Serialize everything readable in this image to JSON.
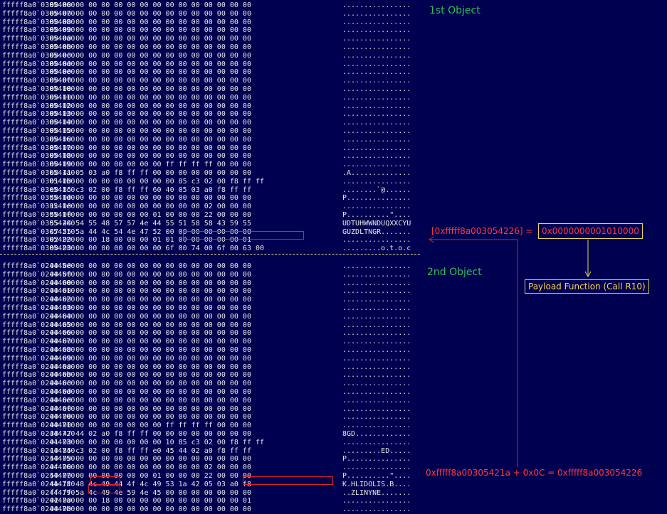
{
  "objects": [
    {
      "label": "1st Object",
      "rows": [
        {
          "addr": "fffff8a0`03054060",
          "hex": "00 00 00 00 00 00 00 00 00 00 00 00 00 00 00 00",
          "ascii": "................"
        },
        {
          "addr": "fffff8a0`03054070",
          "hex": "00 00 00 00 00 00 00 00 00 00 00 00 00 00 00 00",
          "ascii": "................"
        },
        {
          "addr": "fffff8a0`03054080",
          "hex": "00 00 00 00 00 00 00 00 00 00 00 00 00 00 00 00",
          "ascii": "................"
        },
        {
          "addr": "fffff8a0`03054090",
          "hex": "00 00 00 00 00 00 00 00 00 00 00 00 00 00 00 00",
          "ascii": "................"
        },
        {
          "addr": "fffff8a0`030540a0",
          "hex": "00 00 00 00 00 00 00 00 00 00 00 00 00 00 00 00",
          "ascii": "................"
        },
        {
          "addr": "fffff8a0`030540b0",
          "hex": "00 00 00 00 00 00 00 00 00 00 00 00 00 00 00 00",
          "ascii": "................"
        },
        {
          "addr": "fffff8a0`030540c0",
          "hex": "00 00 00 00 00 00 00 00 00 00 00 00 00 00 00 00",
          "ascii": "................"
        },
        {
          "addr": "fffff8a0`030540d0",
          "hex": "00 00 00 00 00 00 00 00 00 00 00 00 00 00 00 00",
          "ascii": "................"
        },
        {
          "addr": "fffff8a0`030540e0",
          "hex": "00 00 00 00 00 00 00 00 00 00 00 00 00 00 00 00",
          "ascii": "................"
        },
        {
          "addr": "fffff8a0`030540f0",
          "hex": "00 00 00 00 00 00 00 00 00 00 00 00 00 00 00 00",
          "ascii": "................"
        },
        {
          "addr": "fffff8a0`03054100",
          "hex": "00 00 00 00 00 00 00 00 00 00 00 00 00 00 00 00",
          "ascii": "................"
        },
        {
          "addr": "fffff8a0`03054110",
          "hex": "00 00 00 00 00 00 00 00 00 00 00 00 00 00 00 00",
          "ascii": "................"
        },
        {
          "addr": "fffff8a0`03054120",
          "hex": "00 00 00 00 00 00 00 00 00 00 00 00 00 00 00 00",
          "ascii": "................"
        },
        {
          "addr": "fffff8a0`03054130",
          "hex": "00 00 00 00 00 00 00 00 00 00 00 00 00 00 00 00",
          "ascii": "................"
        },
        {
          "addr": "fffff8a0`03054140",
          "hex": "00 00 00 00 00 00 00 00 00 00 00 00 00 00 00 00",
          "ascii": "................"
        },
        {
          "addr": "fffff8a0`03054150",
          "hex": "00 00 00 00 00 00 00 00 00 00 00 00 00 00 00 00",
          "ascii": "................"
        },
        {
          "addr": "fffff8a0`03054160",
          "hex": "00 00 00 00 00 00 00 00 00 00 00 00 00 00 00 00",
          "ascii": "................"
        },
        {
          "addr": "fffff8a0`03054170",
          "hex": "00 00 00 00 00 00 00 00 00 00 00 00 00 00 00 00",
          "ascii": "................"
        },
        {
          "addr": "fffff8a0`03054180",
          "hex": "00 00 00 00 00 00 00 00 00 00 00 00 00 00 00 00",
          "ascii": "................"
        },
        {
          "addr": "fffff8a0`03054190",
          "hex": "00 00 00 00 00 00 00 00 00 ff ff ff ff 00 00 00",
          "ascii": "................"
        },
        {
          "addr": "fffff8a0`030541a0",
          "hex": "b8 41 05 03 a0 f8 ff ff 00 00 00 00 00 00 00 00",
          "ascii": ".A.............."
        },
        {
          "addr": "fffff8a0`030541b0",
          "hex": "01 00 00 00 00 00 00 00 00 00 85 c3 02 00 f8 ff ff",
          "ascii": "................"
        },
        {
          "addr": "fffff8a0`030541c0",
          "hex": "e0 85 c3 02 00 f8 ff ff 60 40 05 03 a0 f8 ff ff",
          "ascii": "........`@......"
        },
        {
          "addr": "fffff8a0`030541d0",
          "hex": "50 00 00 00 00 00 00 00 00 00 00 00 00 00 00 00",
          "ascii": "P..............."
        },
        {
          "addr": "fffff8a0`030541e0",
          "hex": "1c 00 00 00 00 00 00 00 00 00 00 00 02 00 00 00",
          "ascii": "................"
        },
        {
          "addr": "fffff8a0`030541f0",
          "hex": "50 00 00 00 00 00 00 00 01 00 00 00 22 00 00 00",
          "ascii": "P..........\"...."
        },
        {
          "addr": "fffff8a0`03054200",
          "hex": "55 44 54 55 48 57 57 4e 44 55 51 58 58 43 59 55",
          "ascii": "UDTUHWWNDUQXXCYU"
        },
        {
          "addr": "fffff8a0`03054210",
          "hex": "47 55 5a 44 4c 54 4e 47 52 00 00 00 00 00 00 00",
          "ascii": "GUZDLTNGR......."
        },
        {
          "addr": "fffff8a0`03054220",
          "hex": "02 00 00 00 18 00 00 00 01 01 00 00 00 00 00 01",
          "ascii": "................"
        },
        {
          "addr": "fffff8a0`03054230",
          "hex": "00 00 00 00 00 00 00 00 00 6f 00 74 00 6f 00 63 00",
          "ascii": ".........o.t.o.c"
        }
      ]
    },
    {
      "label": "2nd Object",
      "rows": [
        {
          "addr": "fffff8a0`024445e0",
          "hex": "00 00 00 00 00 00 00 00 00 00 00 00 00 00 00 00",
          "ascii": "................"
        },
        {
          "addr": "fffff8a0`024445f0",
          "hex": "00 00 00 00 00 00 00 00 00 00 00 00 00 00 00 00",
          "ascii": "................"
        },
        {
          "addr": "fffff8a0`02444600",
          "hex": "00 00 00 00 00 00 00 00 00 00 00 00 00 00 00 00",
          "ascii": "................"
        },
        {
          "addr": "fffff8a0`02444610",
          "hex": "00 00 00 00 00 00 00 00 00 00 00 00 00 00 00 00",
          "ascii": "................"
        },
        {
          "addr": "fffff8a0`02444620",
          "hex": "00 00 00 00 00 00 00 00 00 00 00 00 00 00 00 00",
          "ascii": "................"
        },
        {
          "addr": "fffff8a0`02444630",
          "hex": "00 00 00 00 00 00 00 00 00 00 00 00 00 00 00 00",
          "ascii": "................"
        },
        {
          "addr": "fffff8a0`02444640",
          "hex": "00 00 00 00 00 00 00 00 00 00 00 00 00 00 00 00",
          "ascii": "................"
        },
        {
          "addr": "fffff8a0`02444650",
          "hex": "00 00 00 00 00 00 00 00 00 00 00 00 00 00 00 00",
          "ascii": "................"
        },
        {
          "addr": "fffff8a0`02444660",
          "hex": "00 00 00 00 00 00 00 00 00 00 00 00 00 00 00 00",
          "ascii": "................"
        },
        {
          "addr": "fffff8a0`02444670",
          "hex": "00 00 00 00 00 00 00 00 00 00 00 00 00 00 00 00",
          "ascii": "................"
        },
        {
          "addr": "fffff8a0`02444680",
          "hex": "00 00 00 00 00 00 00 00 00 00 00 00 00 00 00 00",
          "ascii": "................"
        },
        {
          "addr": "fffff8a0`02444690",
          "hex": "00 00 00 00 00 00 00 00 00 00 00 00 00 00 00 00",
          "ascii": "................"
        },
        {
          "addr": "fffff8a0`024446a0",
          "hex": "00 00 00 00 00 00 00 00 00 00 00 00 00 00 00 00",
          "ascii": "................"
        },
        {
          "addr": "fffff8a0`024446b0",
          "hex": "00 00 00 00 00 00 00 00 00 00 00 00 00 00 00 00",
          "ascii": "................"
        },
        {
          "addr": "fffff8a0`024446c0",
          "hex": "00 00 00 00 00 00 00 00 00 00 00 00 00 00 00 00",
          "ascii": "................"
        },
        {
          "addr": "fffff8a0`024446d0",
          "hex": "00 00 00 00 00 00 00 00 00 00 00 00 00 00 00 00",
          "ascii": "................"
        },
        {
          "addr": "fffff8a0`024446e0",
          "hex": "00 00 00 00 00 00 00 00 00 00 00 00 00 00 00 00",
          "ascii": "................"
        },
        {
          "addr": "fffff8a0`024446f0",
          "hex": "00 00 00 00 00 00 00 00 00 00 00 00 00 00 00 00",
          "ascii": "................"
        },
        {
          "addr": "fffff8a0`02444700",
          "hex": "00 00 00 00 00 00 00 00 00 00 00 00 00 00 00 00",
          "ascii": "................"
        },
        {
          "addr": "fffff8a0`02444710",
          "hex": "00 00 00 00 00 00 00 00 00 ff ff ff ff 00 00 00",
          "ascii": "................"
        },
        {
          "addr": "fffff8a0`02444720",
          "hex": "38 47 44 02 a0 f8 ff ff 00 00 00 00 00 00 00 00",
          "ascii": "8GD............."
        },
        {
          "addr": "fffff8a0`02444730",
          "hex": "01 00 00 00 00 00 00 00 00 10 85 c3 02 00 f8 ff ff",
          "ascii": "................"
        },
        {
          "addr": "fffff8a0`02444740",
          "hex": "10 85 c3 02 00 f8 ff ff e0 45 44 02 a0 f8 ff ff",
          "ascii": ".........ED....."
        },
        {
          "addr": "fffff8a0`02444750",
          "hex": "50 00 00 00 00 00 00 00 00 00 00 00 00 00 00 00",
          "ascii": "P..............."
        },
        {
          "addr": "fffff8a0`02444760",
          "hex": "0f 00 00 00 00 00 00 00 00 00 00 00 02 00 00 00",
          "ascii": "................"
        },
        {
          "addr": "fffff8a0`02444770",
          "hex": "50 00 00 00 00 00 00 00 01 00 00 00 22 00 00 00",
          "ascii": "P..........\"...."
        },
        {
          "addr": "fffff8a0`02444780",
          "hex": "4b ff 48 4c 49 44 4f 4c 49 53 1a 42 05 03 a0 f8",
          "ascii": "K.HLIDOLIS.B...."
        },
        {
          "addr": "fffff8a0`02444790",
          "hex": "ff ff 5a 4c 49 4e 59 4e 45 00 00 00 00 00 00 00",
          "ascii": "..ZLINYNE......."
        },
        {
          "addr": "fffff8a0`024447a0",
          "hex": "02 00 00 00 18 00 00 00 00 00 00 00 00 00 00 01",
          "ascii": "................"
        },
        {
          "addr": "fffff8a0`024447b0",
          "hex": "00 00 00 00 00 00 00 00 00 00 00 00 00 00 00 00",
          "ascii": "................"
        }
      ]
    }
  ],
  "annotations": {
    "deref_left": "[0xfffff8a003054226] = ",
    "deref_value": "0x0000000001010000",
    "payload": "Payload Function (Call R10)",
    "pointer_calc": "0xfffff8a00305421a + 0x0C = 0xfffff8a003054226"
  },
  "colors": {
    "background": "#000050",
    "text": "#e6e6e6",
    "label_green": "#2fbf57",
    "annotation_red": "#ff3a3a",
    "highlight_yellow": "#ffd34a"
  }
}
